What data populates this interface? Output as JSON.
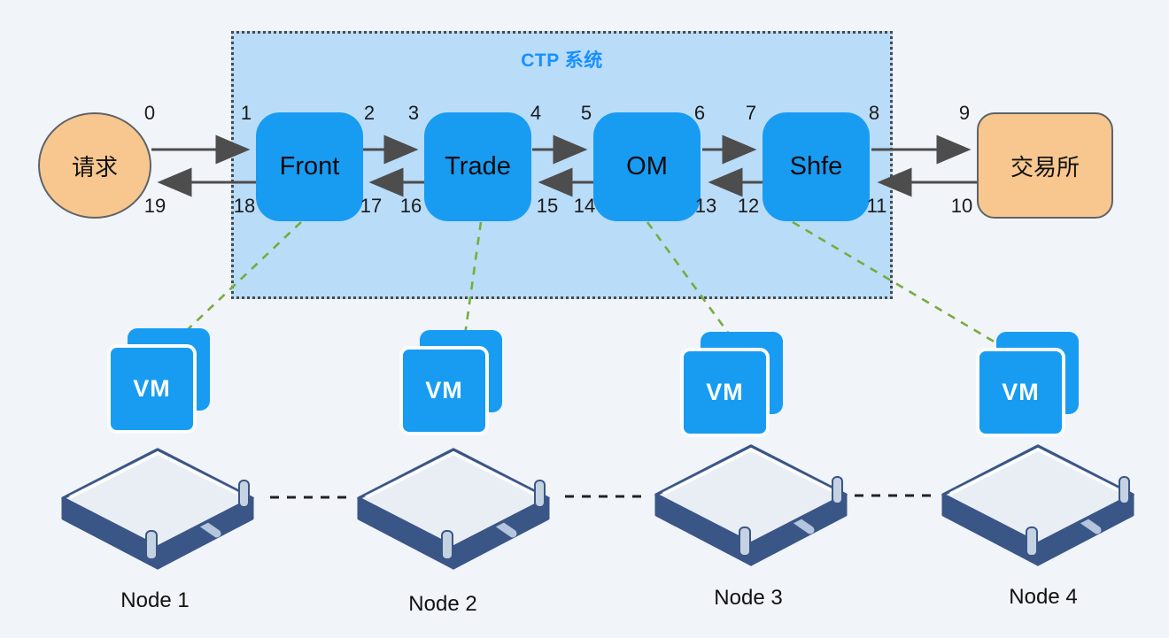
{
  "ctp": {
    "title": "CTP 系统"
  },
  "actors": {
    "request": "请求",
    "exchange": "交易所"
  },
  "modules": [
    {
      "label": "Front"
    },
    {
      "label": "Trade"
    },
    {
      "label": "OM"
    },
    {
      "label": "Shfe"
    }
  ],
  "flow_numbers": {
    "top": [
      "0",
      "1",
      "2",
      "3",
      "4",
      "5",
      "6",
      "7",
      "8",
      "9"
    ],
    "bottom": [
      "19",
      "18",
      "17",
      "16",
      "15",
      "14",
      "13",
      "12",
      "11",
      "10"
    ]
  },
  "vm": {
    "label": "VM"
  },
  "nodes": [
    {
      "label": "Node 1"
    },
    {
      "label": "Node 2"
    },
    {
      "label": "Node 3"
    },
    {
      "label": "Node 4"
    }
  ],
  "colors": {
    "page_background": "#f1f4f9",
    "ctp_background": "#b9dcf8",
    "ctp_title": "#1890ff",
    "module_blue": "#189cf2",
    "actor_orange": "#f7c78f",
    "arrow_gray": "#4d4d4d",
    "mapping_line_green": "#76ad3e",
    "server_navy": "#3a5686"
  }
}
